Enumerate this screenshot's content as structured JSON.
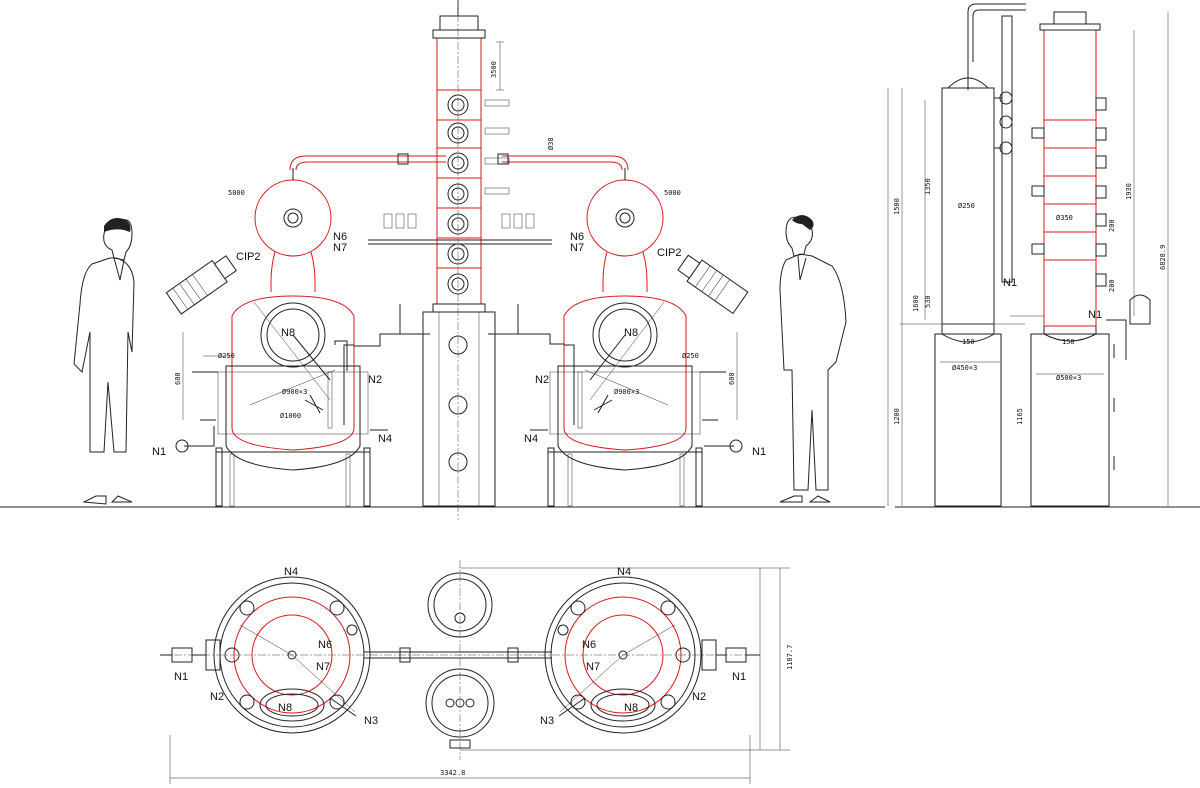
{
  "labels": {
    "n1": "N1",
    "n2": "N2",
    "n3": "N3",
    "n4": "N4",
    "n6": "N6",
    "n7": "N7",
    "n8": "N8",
    "cip2": "CIP2"
  },
  "dims": {
    "d3500": "3500",
    "d1500": "1500",
    "d5000": "5000",
    "d9000": "Ø900×3",
    "d1000": "Ø1000",
    "d250": "Ø250",
    "d350": "Ø350",
    "d600": "600",
    "d1200": "1200",
    "d1350": "1350",
    "d1930": "1930",
    "d1165": "1165",
    "d4500": "Ø450×3",
    "d5003": "Ø500×3",
    "d200": "200",
    "d150": "150",
    "d1600": "1600",
    "d530": "530",
    "d6828": "6828.9",
    "d1187": "1187.7",
    "d3342": "3342.8",
    "d38": "Ø38"
  },
  "colors": {
    "outline": "#222222",
    "highlight": "#d8191b"
  }
}
